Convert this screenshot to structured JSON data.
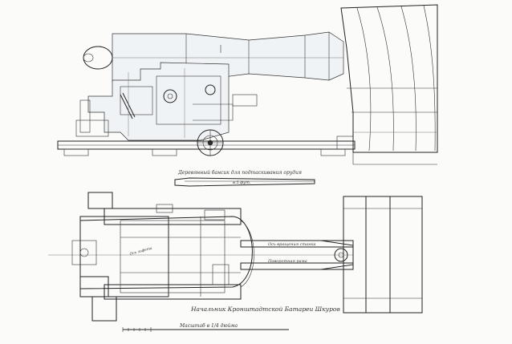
{
  "drawing": {
    "caption_rammer": "Деревянный бансик для подтаскивания орудия",
    "caption_rammer_mark": "в 5 фут.",
    "caption_signature": "Начальник Кронштадтской Батареи Шкуров",
    "caption_scale": "Масштаб в 1/4 дюйма",
    "label_axis_note": "Ось вращения станка",
    "label_pivot": "Поворотная рама",
    "label_left_note": "Ось лафета"
  },
  "colors": {
    "ink": "#222222",
    "paper": "#fbfbfa",
    "wash": "#f0f3f6"
  }
}
